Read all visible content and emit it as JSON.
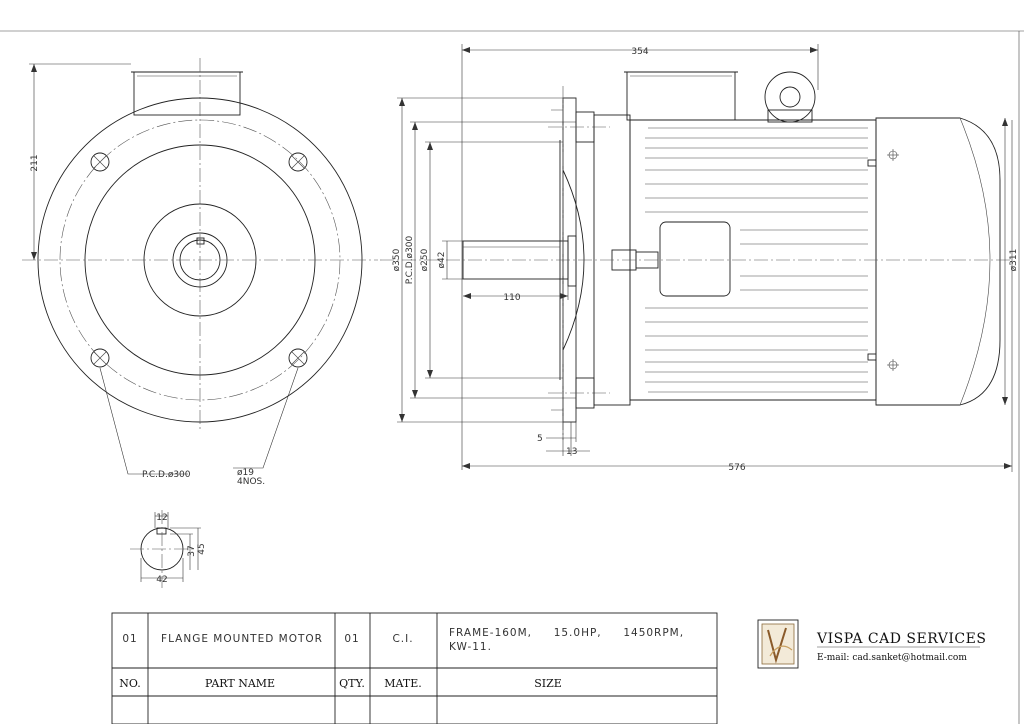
{
  "dimensions": {
    "overall_length_top": "354",
    "overall_length_bottom": "576",
    "height_211": "211",
    "flange_dia": "ø350",
    "pcd": "P.C.D.ø300",
    "spigot_dia": "ø250",
    "shaft_dia": "ø42",
    "shaft_len": "110",
    "motor_dia": "ø311",
    "flange_5": "5",
    "flange_13": "13"
  },
  "callouts": {
    "pcd_note": "P.C.D.ø300",
    "holes_note": "ø19",
    "holes_count": "4NOS."
  },
  "key_detail": {
    "width": "12",
    "height_37": "37",
    "height_45": "45",
    "dia": "42"
  },
  "title_block": {
    "row": {
      "no": "01",
      "part_name": "FLANGE MOUNTED MOTOR",
      "qty": "01",
      "material": "C.I.",
      "size_line1": "FRAME-160M,     15.0HP,     1450RPM,",
      "size_line2": "KW-11."
    },
    "headers": {
      "no": "NO.",
      "part_name": "PART NAME",
      "qty": "QTY.",
      "material": "MATE.",
      "size": "SIZE"
    }
  },
  "company": {
    "name": "VISPA CAD SERVICES",
    "email": "E-mail: cad.sanket@hotmail.com",
    "logo_letter": "V"
  }
}
